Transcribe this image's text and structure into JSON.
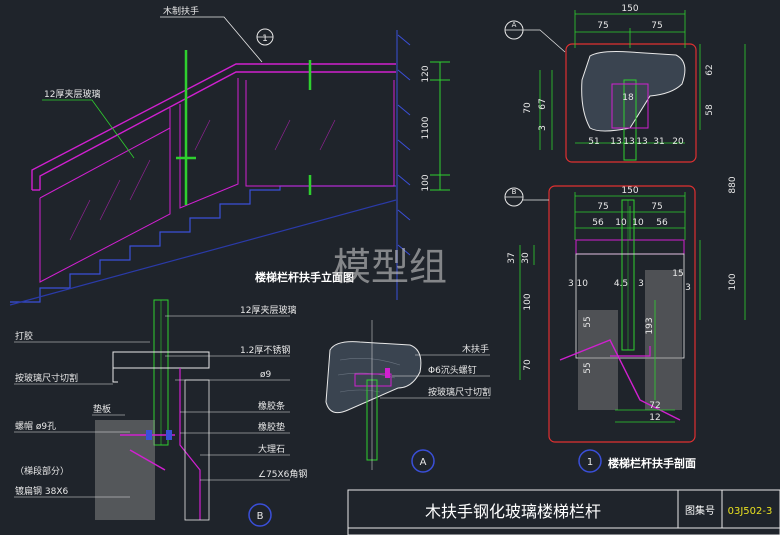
{
  "colors": {
    "background": "#1f242b",
    "white_line": "#e8e8e8",
    "magenta": "#d020d0",
    "green": "#2fd02f",
    "red": "#e03030",
    "cyan": "#30c0c0",
    "blue": "#3a4fd8",
    "yellow": "#e8e020"
  },
  "watermark": "模型组",
  "elevation": {
    "title": "楼梯栏杆扶手立面图",
    "label_handrail": "木制扶手",
    "label_glass": "12厚夹层玻璃",
    "marker_1": "1",
    "dim_120": "120",
    "dim_1100": "1100",
    "dim_100": "100"
  },
  "section_b": {
    "marker": "B",
    "label_glass": "12厚夹层玻璃",
    "label_steel_plate": "1.2厚不锈钢",
    "label_diam": "ø9",
    "label_glue": "打胶",
    "label_glass_size": "按玻璃尺寸切割",
    "label_plate": "垫板",
    "label_bolt": "螺帽 ø9孔",
    "label_rubber": "橡胶条",
    "label_rubber2": "橡胶垫",
    "label_marble": "大理石",
    "label_angle": "∠75X6角钢",
    "label_embed": "（梯段部分）",
    "label_flat": "镀扁钢 38X6"
  },
  "section_a": {
    "marker": "A",
    "label_wood": "木扶手",
    "label_screw": "Φ6沉头螺钉",
    "label_cut": "按玻璃尺寸切割"
  },
  "section_detail": {
    "title": "楼梯栏杆扶手剖面",
    "marker_1": "1",
    "marker_a": "A",
    "marker_b": "B",
    "top_w": "150",
    "top_l": "75",
    "top_r": "75",
    "mid_w": "150",
    "mid_l": "75",
    "mid_r": "75",
    "mid_56a": "56",
    "mid_10a": "10",
    "mid_10b": "10",
    "mid_56b": "56",
    "d51": "51",
    "d13a": "13",
    "d13b": "13",
    "d13c": "13",
    "d31": "31",
    "d20": "20",
    "d70a": "70",
    "d67": "67",
    "d3a": "3",
    "d18": "18",
    "d62": "62",
    "d58": "58",
    "d880": "880",
    "d100r": "100",
    "d37": "37",
    "d30": "30",
    "d310": "3 10",
    "d45": "4.5",
    "d3b": "3",
    "d15": "15",
    "d3c": "3",
    "d100l": "100",
    "d55a": "55",
    "d70b": "70",
    "d55b": "55",
    "d193": "193",
    "d72": "72",
    "d12": "12"
  },
  "title_block": {
    "drawing_title": "木扶手钢化玻璃楼梯栏杆",
    "atlas_label": "图集号",
    "atlas_no": "03J502-3"
  }
}
